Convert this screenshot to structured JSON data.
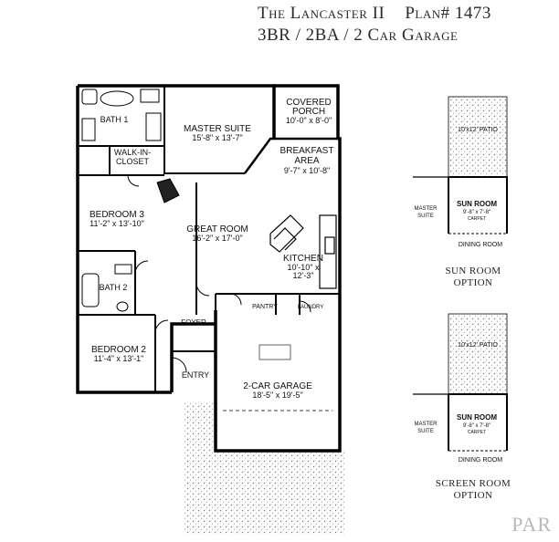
{
  "header": {
    "name": "The Lancaster II",
    "plan": "Plan# 1473",
    "specs": "3BR / 2BA / 2 Car Garage"
  },
  "rooms": {
    "bath1": "BATH 1",
    "master_suite": {
      "name": "MASTER SUITE",
      "dims": "15'-8\" x 13'-7\""
    },
    "covered_porch": {
      "name1": "COVERED",
      "name2": "PORCH",
      "dims": "10'-0\" x 8'-0\""
    },
    "walk_in_closet": {
      "name1": "WALK-IN-",
      "name2": "CLOSET"
    },
    "breakfast_area": {
      "name1": "BREAKFAST",
      "name2": "AREA",
      "dims": "9'-7\" x 10'-8\""
    },
    "bedroom3": {
      "name": "BEDROOM 3",
      "dims": "11'-2\" x 13'-10\""
    },
    "great_room": {
      "name": "GREAT ROOM",
      "dims": "16'-2\" x 17'-0\""
    },
    "kitchen": {
      "name": "KITCHEN",
      "dims1": "10'-10\" x",
      "dims2": "12'-3\""
    },
    "bath2": "BATH 2",
    "pantry": "PANTRY",
    "laundry": "LAUNDRY",
    "foyer": "FOYER",
    "bedroom2": {
      "name": "BEDROOM 2",
      "dims": "11'-4\" x 13'-1\""
    },
    "entry": "ENTRY",
    "garage": {
      "name": "2-CAR GARAGE",
      "dims": "18'-5\" x 19'-5\""
    }
  },
  "options": {
    "sun_room": {
      "patio": "10'x12' PATIO",
      "master": "MASTER",
      "suite": "SUITE",
      "room": "SUN ROOM",
      "dims": "9'-8\" x 7'-8\"",
      "floor": "CARPET",
      "dining": "DINING ROOM",
      "caption1": "SUN ROOM",
      "caption2": "OPTION"
    },
    "screen_room": {
      "patio": "10'x12' PATIO",
      "master": "MASTER",
      "suite": "SUITE",
      "room": "SUN ROOM",
      "dims": "9'-8\" x 7'-8\"",
      "floor": "CARPET",
      "dining": "DINING ROOM",
      "caption1": "SCREEN ROOM",
      "caption2": "OPTION"
    }
  },
  "watermark": "PAR"
}
